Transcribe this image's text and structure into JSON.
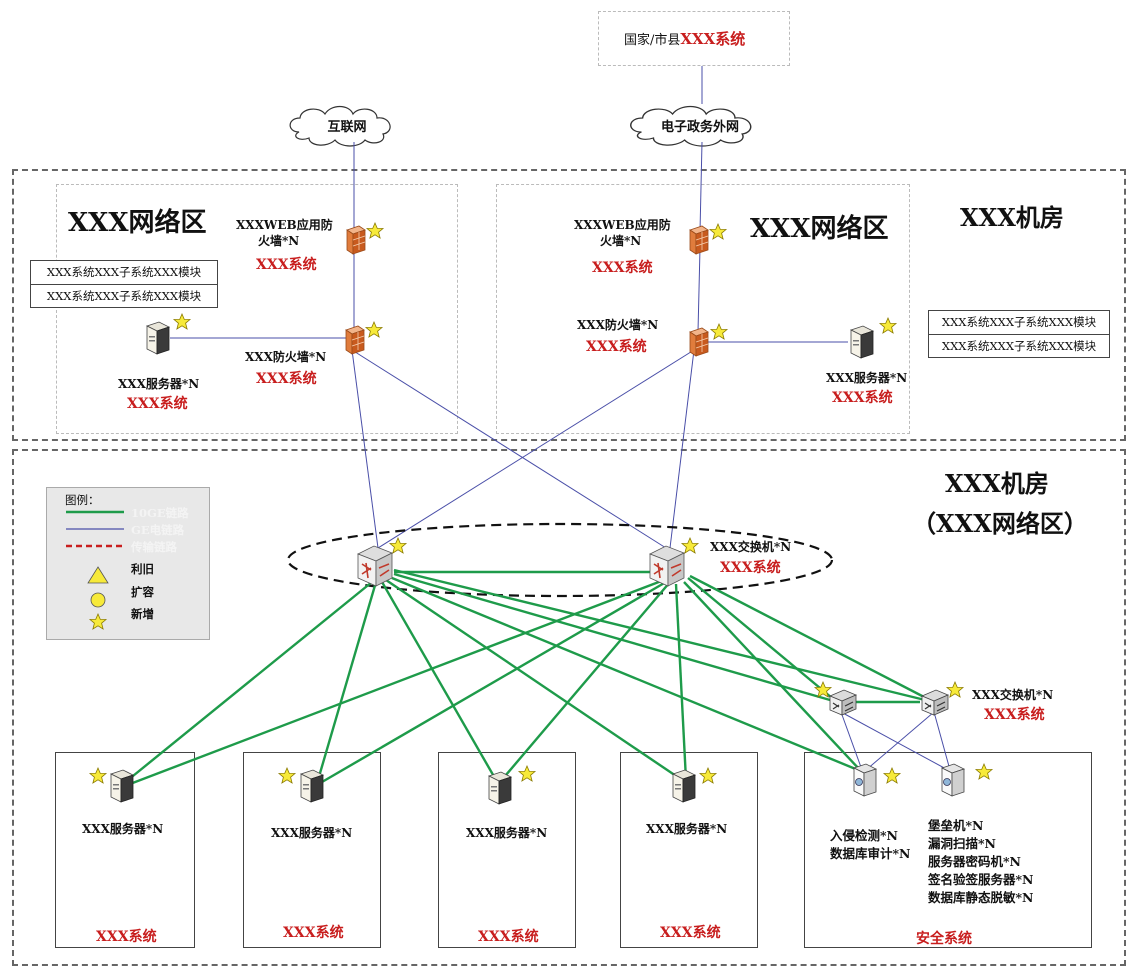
{
  "top_system": {
    "prefix": "国家/市县",
    "red": "XXX系统"
  },
  "clouds": {
    "internet": "互联网",
    "egov": "电子政务外网"
  },
  "upper_room_label": "XXX机房",
  "lower_room_label_1": "XXX机房",
  "lower_room_label_2": "（XXX网络区）",
  "left_zone": {
    "title": "XXX网络区",
    "modules": [
      "XXX系统XXX子系统XXX模块",
      "XXX系统XXX子系统XXX模块"
    ],
    "waf_label_1": "XXXWEB应用防",
    "waf_label_2": "火墙*N",
    "waf_system": "XXX系统",
    "fw_label": "XXX防火墙*N",
    "fw_system": "XXX系统",
    "server_label": "XXX服务器*N",
    "server_system": "XXX系统"
  },
  "right_zone": {
    "title": "XXX网络区",
    "modules": [
      "XXX系统XXX子系统XXX模块",
      "XXX系统XXX子系统XXX模块"
    ],
    "waf_label_1": "XXXWEB应用防",
    "waf_label_2": "火墙*N",
    "waf_system": "XXX系统",
    "fw_label": "XXX防火墙*N",
    "fw_system": "XXX系统",
    "server_label": "XXX服务器*N",
    "server_system": "XXX系统"
  },
  "core_switch": {
    "label": "XXX交换机*N",
    "system": "XXX系统"
  },
  "sec_switch": {
    "label": "XXX交换机*N",
    "system": "XXX系统"
  },
  "legend": {
    "title": "图例：",
    "line_10ge": "10GE链路",
    "line_ge": "GE电链路",
    "line_trans": "传输链路",
    "reuse": "利旧",
    "expand": "扩容",
    "new": "新增"
  },
  "bottom_boxes": [
    {
      "server_label": "XXX服务器*N",
      "system": "XXX系统"
    },
    {
      "server_label": "XXX服务器*N",
      "system": "XXX系统"
    },
    {
      "server_label": "XXX服务器*N",
      "system": "XXX系统"
    },
    {
      "server_label": "XXX服务器*N",
      "system": "XXX系统"
    }
  ],
  "security_box": {
    "left_lines": [
      "入侵检测*N",
      "数据库审计*N"
    ],
    "right_lines": [
      "堡垒机*N",
      "漏洞扫描*N",
      "服务器密码机*N",
      "签名验签服务器*N",
      "数据库静态脱敏*N"
    ],
    "system": "安全系统"
  },
  "colors": {
    "green_link": "#1e9b4a",
    "blue_link": "#4a4fa8",
    "red_text": "#c81e1e",
    "star": "#f7ea3a"
  }
}
